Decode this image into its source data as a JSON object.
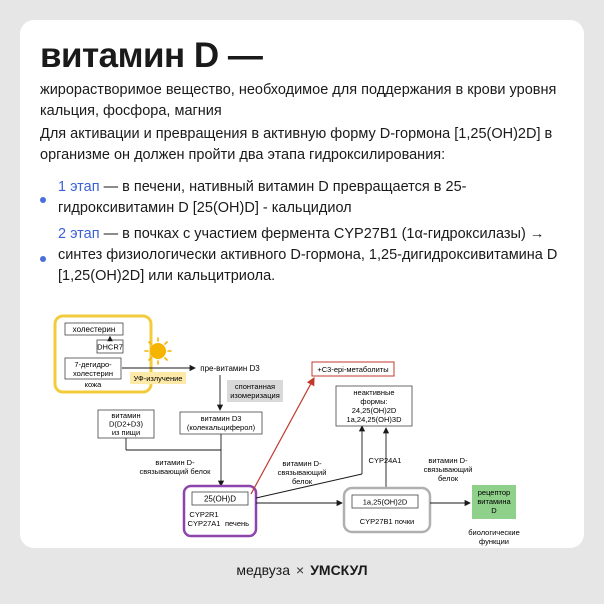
{
  "title": "витамин D —",
  "subtitle": "жирорастворимое вещество, необходимое для поддержания в крови уровня кальция, фосфора, магния",
  "intro": "Для активации и превращения в активную форму D-гормона [1,25(ОН)2D] в организме он должен пройти два этапа гидроксилирования:",
  "steps": [
    {
      "label": "1 этап",
      "text": " — в печени, нативный витамин D превращается в 25-гидроксивитамин D [25(OH)D] - кальцидиол"
    },
    {
      "label": "2 этап",
      "text": " — в почках с участием фермента CYP27B1 (1α-гидроксилазы) → синтез физиологически активного D-гормона, 1,25-дигидроксивитамина D [1,25(OH)2D] или кальцитриола."
    }
  ],
  "diagram": {
    "cholesterol": "холестерин",
    "dhcr7": "DHCR7",
    "dehydro": [
      "7-дегидро-",
      "холестерин"
    ],
    "skin": "кожа",
    "uv": "УФ-излучение",
    "previtamin": "пре-витамин D3",
    "isomerization": [
      "спонтанная",
      "изомеризация"
    ],
    "c3epi": "+C3-epi-метаболиты",
    "vitd3": [
      "витамин D3",
      "(колекальциферол)"
    ],
    "food": [
      "витамин",
      "D(D2+D3)",
      "из пищи"
    ],
    "inactive": [
      "неактивные",
      "формы:",
      "24,25(OH)2D",
      "1a,24,25(OH)3D"
    ],
    "cyp24": "CYP24A1",
    "dbp_left": [
      "витамин D-",
      "связывающий белок"
    ],
    "dbp_mid": [
      "витамин D-",
      "связывающий",
      "белок"
    ],
    "dbp_right": [
      "витамин D-",
      "связывающий",
      "белок"
    ],
    "oh25": "25(OH)D",
    "cyp2r1": [
      "CYP2R1",
      "CYP27A1"
    ],
    "liver": "печень",
    "oh125": "1a,25(OH)2D",
    "cyp27b1": "CYP27B1 почки",
    "receptor": [
      "рецептор",
      "витамина",
      "D"
    ],
    "bio": [
      "биологические",
      "функции"
    ]
  },
  "footer": {
    "brand1": "медвуза",
    "brand2": "УМСКУЛ"
  },
  "colors": {
    "accent": "#3b62d6",
    "skin_border": "#f2cc3d",
    "liver_border": "#8e44ad",
    "kidney_border": "#b0b0b0",
    "receptor_fill": "#8fd08a",
    "epi_border": "#c0392b",
    "uv_fill": "#fde9a8",
    "iso_fill": "#d9d9d9"
  }
}
